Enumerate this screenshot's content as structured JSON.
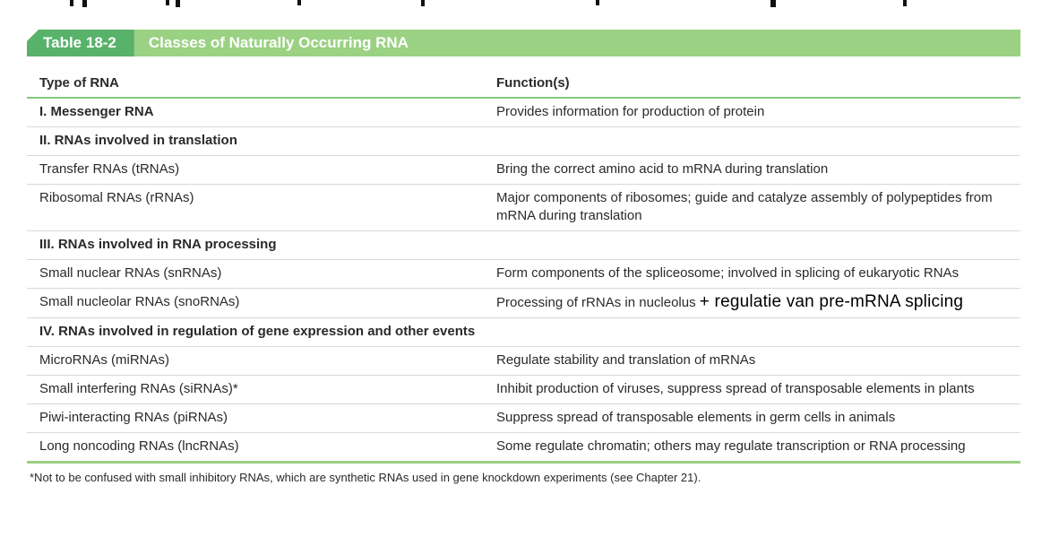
{
  "header": {
    "label": "Table 18-2",
    "title": "Classes of Naturally Occurring RNA"
  },
  "columns": {
    "type": "Type of RNA",
    "function": "Function(s)"
  },
  "rows": [
    {
      "kind": "data-bold",
      "type": "I. Messenger RNA",
      "function": "Provides information for production of protein"
    },
    {
      "kind": "section",
      "type": "II. RNAs involved in translation"
    },
    {
      "kind": "data",
      "type": "Transfer RNAs (tRNAs)",
      "function": "Bring the correct amino acid to mRNA during translation"
    },
    {
      "kind": "data",
      "type": "Ribosomal RNAs (rRNAs)",
      "function": "Major components of ribosomes; guide and catalyze assembly of polypeptides from mRNA during translation"
    },
    {
      "kind": "section",
      "type": "III. RNAs involved in RNA processing"
    },
    {
      "kind": "data",
      "type": "Small nuclear RNAs (snRNAs)",
      "function": "Form components of the spliceosome; involved in splicing of eukaryotic RNAs"
    },
    {
      "kind": "data",
      "type": "Small nucleolar RNAs (snoRNAs)",
      "function": "Processing of rRNAs in nucleolus",
      "annotation": "+ regulatie van pre-mRNA splicing"
    },
    {
      "kind": "section",
      "type": "IV. RNAs involved in regulation of gene expression and other events"
    },
    {
      "kind": "data",
      "type": "MicroRNAs (miRNAs)",
      "function": "Regulate stability and translation of mRNAs"
    },
    {
      "kind": "data",
      "type": "Small interfering RNAs (siRNAs)*",
      "function": "Inhibit production of viruses, suppress spread of transposable elements in plants"
    },
    {
      "kind": "data",
      "type": "Piwi-interacting RNAs (piRNAs)",
      "function": "Suppress spread of transposable elements in germ cells in animals"
    },
    {
      "kind": "data",
      "type": "Long noncoding RNAs (lncRNAs)",
      "function": "Some regulate chromatin; others may regulate transcription or RNA processing"
    }
  ],
  "footnote": "*Not to be confused with small inhibitory RNAs, which are synthetic RNAs used in gene knockdown experiments (see Chapter 21).",
  "colors": {
    "header_dark_green": "#58b269",
    "header_light_green": "#9bd183",
    "rule_green": "#85c77f",
    "divider_gray": "#d9d9d9",
    "text": "#2a2a2a",
    "annotation_text": "#000000"
  }
}
